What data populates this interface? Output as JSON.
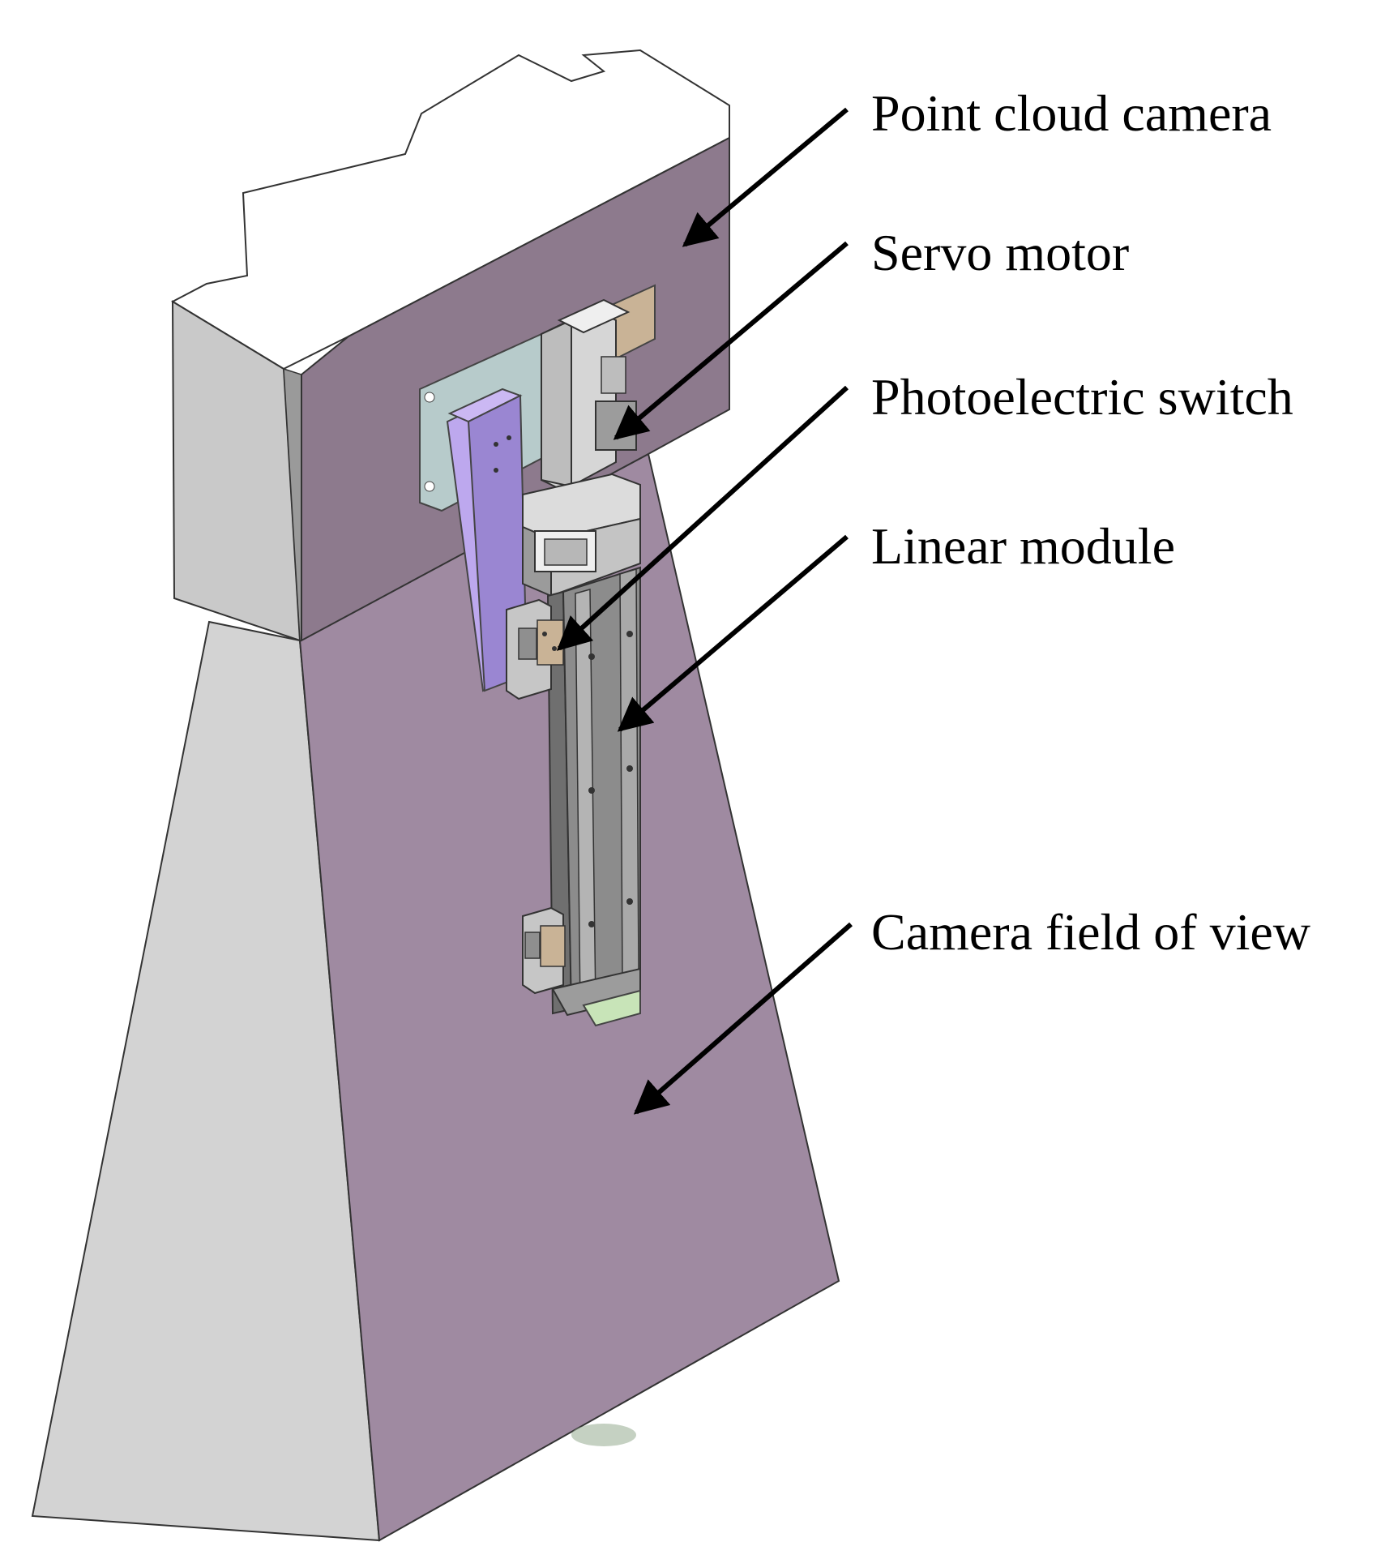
{
  "callouts": [
    {
      "id": "point-cloud-camera",
      "label": "Point cloud camera"
    },
    {
      "id": "servo-motor",
      "label": "Servo motor"
    },
    {
      "id": "photoelectric-switch",
      "label": "Photoelectric switch"
    },
    {
      "id": "linear-module",
      "label": "Linear module"
    },
    {
      "id": "camera-field-of-view",
      "label": "Camera field of view"
    }
  ],
  "colors": {
    "fov_front": "#9f8aa1",
    "fov_side": "#d3d3d3",
    "camera_front": "#8d7a8d",
    "camera_side": "#c9c9c9",
    "camera_top": "#ffffff",
    "bracket_plate": "#b7cbcb",
    "spacer_block": "#9a86d2",
    "module_rail": "#8c8c8c",
    "copper_plate": "#c9b396",
    "green_foot": "#c8e4b8",
    "arrow": "#000000"
  }
}
